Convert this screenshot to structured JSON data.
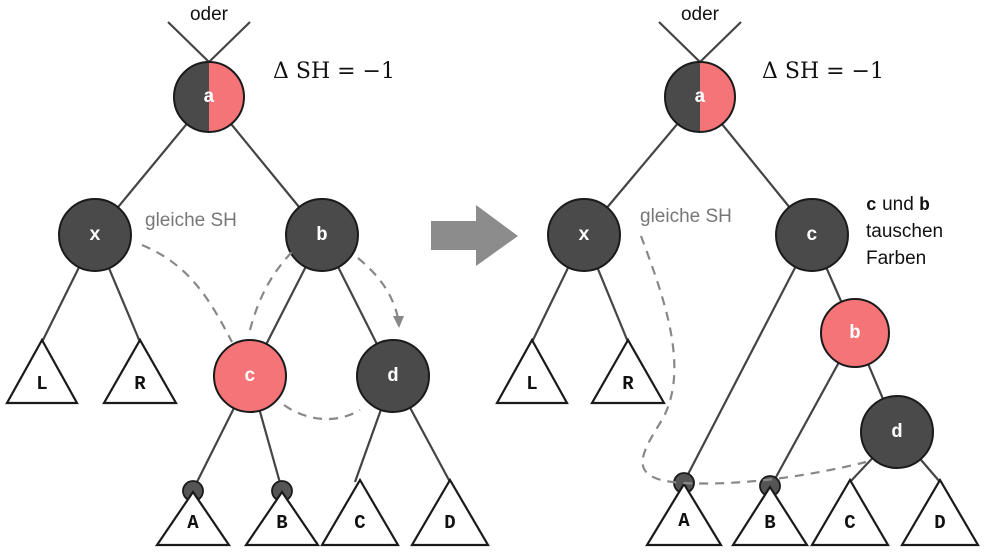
{
  "left": {
    "top_label": "oder",
    "delta": "Δ SH = −1",
    "note": "gleiche SH",
    "nodes": {
      "a": "a",
      "x": "x",
      "b": "b",
      "c": "c",
      "d": "d"
    },
    "subtrees": {
      "L": "L",
      "R": "R",
      "A": "A",
      "B": "B",
      "C": "C",
      "D": "D"
    }
  },
  "right": {
    "top_label": "oder",
    "delta": "Δ SH = −1",
    "note": "gleiche SH",
    "nodes": {
      "a": "a",
      "x": "x",
      "c": "c",
      "b": "b",
      "d": "d"
    },
    "subtrees": {
      "L": "L",
      "R": "R",
      "A": "A",
      "B": "B",
      "C": "C",
      "D": "D"
    },
    "swap_note": {
      "c": "c",
      "und": " und ",
      "b": "b",
      "line2": "tauschen",
      "line3": "Farben"
    }
  },
  "colors": {
    "black_node": "#4a4a4a",
    "red_node": "#f47478",
    "arrow": "#8c8c8c"
  },
  "arrow_icon": "right-arrow-icon"
}
